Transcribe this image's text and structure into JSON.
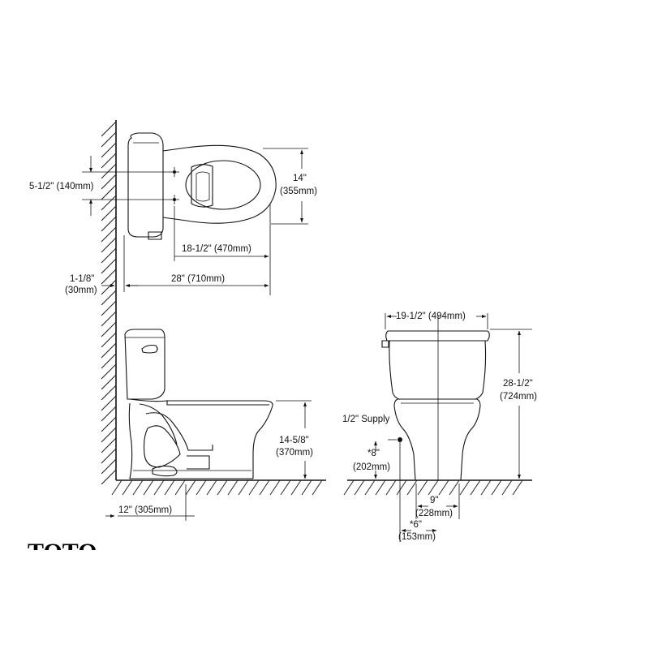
{
  "dimensions": {
    "top_spacing": "5-1/2\" (140mm)",
    "top_width_in": "14\"",
    "top_width_mm": "(355mm)",
    "top_rough_in": "18-1/2\" (470mm)",
    "top_overall_depth": "28\" (710mm)",
    "wall_gap_in": "1-1/8\"",
    "wall_gap_mm": "(30mm)",
    "seat_height_in": "14-5/8\"",
    "seat_height_mm": "(370mm)",
    "rough_in": "12\" (305mm)",
    "tank_width": "19-1/2\" (494mm)",
    "overall_height_in": "28-1/2\"",
    "overall_height_mm": "(724mm)",
    "supply_label": "1/2\" Supply",
    "supply_height_in": "*8\"",
    "supply_height_mm": "(202mm)",
    "base_width_in": "9\"",
    "base_width_mm": "(228mm)",
    "supply_offset_in": "*6\"",
    "supply_offset_mm": "(153mm)"
  },
  "logo": {
    "text": "TOTO"
  }
}
